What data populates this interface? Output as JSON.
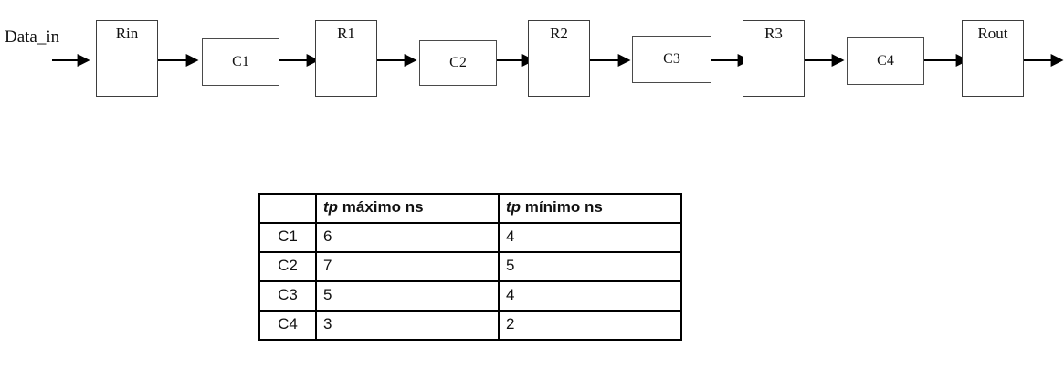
{
  "diagram": {
    "name": "pipelined-datapath",
    "input_label": "Data_in",
    "stages": [
      {
        "id": "Rin",
        "label": "Rin",
        "type": "register"
      },
      {
        "id": "C1",
        "label": "C1",
        "type": "combinational"
      },
      {
        "id": "R1",
        "label": "R1",
        "type": "register"
      },
      {
        "id": "C2",
        "label": "C2",
        "type": "combinational"
      },
      {
        "id": "R2",
        "label": "R2",
        "type": "register"
      },
      {
        "id": "C3",
        "label": "C3",
        "type": "combinational"
      },
      {
        "id": "R3",
        "label": "R3",
        "type": "register"
      },
      {
        "id": "C4",
        "label": "C4",
        "type": "combinational"
      },
      {
        "id": "Rout",
        "label": "Rout",
        "type": "register"
      }
    ]
  },
  "table": {
    "name": "propagation-delay-table",
    "headers": {
      "corner": "",
      "max_prefix": "tp",
      "max_rest": " máximo ns",
      "min_prefix": "tp",
      "min_rest": " mínimo ns"
    },
    "rows": [
      {
        "label": "C1",
        "max": "6",
        "min": "4"
      },
      {
        "label": "C2",
        "max": "7",
        "min": "5"
      },
      {
        "label": "C3",
        "max": "5",
        "min": "4"
      },
      {
        "label": "C4",
        "max": "3",
        "min": "2"
      }
    ]
  },
  "colors": {
    "block_border": "#4a4a4a",
    "table_border": "#000000",
    "text": "#111111",
    "background": "#ffffff"
  }
}
